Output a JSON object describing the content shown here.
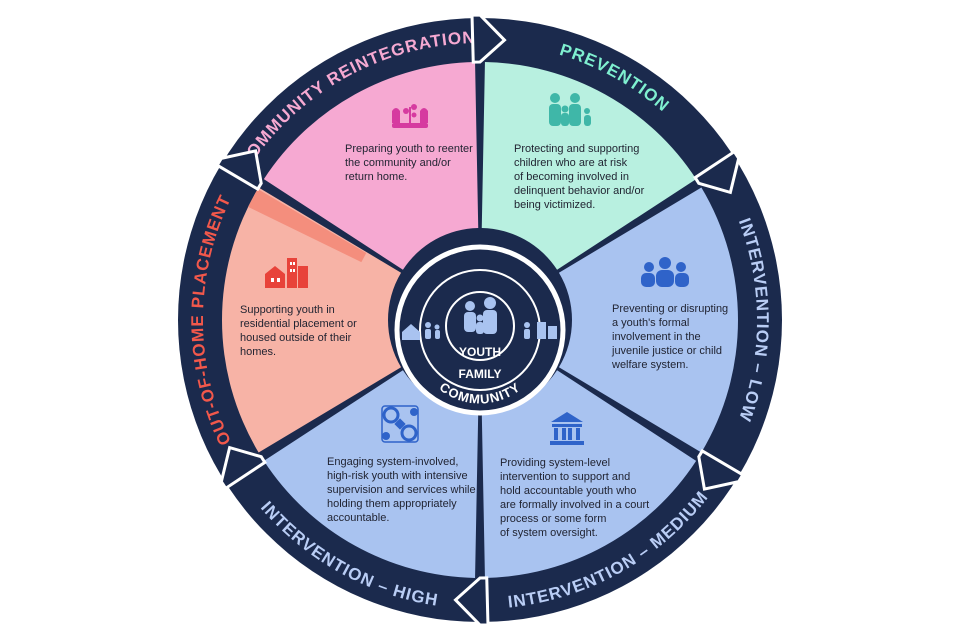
{
  "diagram": {
    "colors": {
      "ring": "#1b2a4d",
      "prevention": "#b8f0e0",
      "intervention_low": "#a9c3f0",
      "intervention_medium": "#a9c3f0",
      "intervention_high": "#a9c3f0",
      "out_of_home": "#f7b3a6",
      "community_reintegration": "#f6a9d2",
      "label_prevention": "#7ff0d0",
      "label_intervention": "#b9cdf5",
      "label_out_of_home": "#f2584b",
      "label_reintegration": "#f6a9d2",
      "icon_prevention": "#3fb7a8",
      "icon_intervention": "#2f63c9",
      "icon_out_of_home": "#e8433a",
      "icon_reintegration": "#d63aa0"
    },
    "hub": {
      "youth": "YOUTH",
      "family": "FAMILY",
      "community": "COMMUNITY"
    },
    "segments": [
      {
        "key": "prevention",
        "label": "PREVENTION",
        "icon": "family-icon",
        "lines": [
          "Protecting and supporting",
          "children who are at risk",
          "of becoming involved in",
          "delinquent behavior and/or",
          "being victimized."
        ]
      },
      {
        "key": "intervention_low",
        "label": "INTERVENTION – LOW",
        "icon": "group-icon",
        "lines": [
          "Preventing or disrupting",
          "a youth's formal",
          "involvement in the",
          "juvenile justice or child",
          "welfare system."
        ]
      },
      {
        "key": "intervention_medium",
        "label": "INTERVENTION – MEDIUM",
        "icon": "courthouse-icon",
        "lines": [
          "Providing system-level",
          "intervention to support and",
          "hold accountable youth who",
          "are formally involved in a court",
          "process or some form",
          "of system oversight."
        ]
      },
      {
        "key": "intervention_high",
        "label": "INTERVENTION – HIGH",
        "icon": "handcuffs-icon",
        "lines": [
          "Engaging system-involved,",
          "high-risk youth with intensive",
          "supervision and services while",
          "holding them appropriately",
          "accountable."
        ]
      },
      {
        "key": "out_of_home",
        "label": "OUT-OF-HOME PLACEMENT",
        "icon": "buildings-icon",
        "lines": [
          "Supporting youth in",
          "residential placement or",
          "housed outside of their",
          "homes."
        ]
      },
      {
        "key": "community_reintegration",
        "label": "COMMUNITY REINTEGRATION",
        "icon": "hands-plant-icon",
        "lines": [
          "Preparing youth to reenter",
          "the community and/or",
          "return home."
        ]
      }
    ]
  }
}
